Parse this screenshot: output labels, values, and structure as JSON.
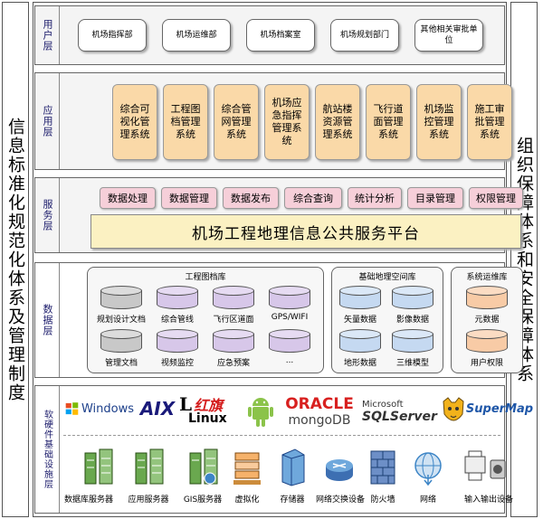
{
  "left_side": "信息标准化规范化体系及管理制度",
  "right_side": "组织保障体系和安全保障体系",
  "layers": {
    "user": {
      "label": "用户层",
      "items": [
        "机场指挥部",
        "机场运维部",
        "机场档案室",
        "机场规划部门",
        "其他相关审批单位"
      ]
    },
    "application": {
      "label": "应用层",
      "items": [
        "综合可视化管理系统",
        "工程图档管理系统",
        "综合管网管理系统",
        "机场应急指挥管理系统",
        "航站楼资源管理系统",
        "飞行道面管理系统",
        "机场监控管理系统",
        "施工审批管理系统"
      ]
    },
    "service": {
      "label": "服务层",
      "items": [
        "数据处理",
        "数据管理",
        "数据发布",
        "综合查询",
        "统计分析",
        "目录管理",
        "权限管理"
      ],
      "platform": "机场工程地理信息公共服务平台"
    },
    "data": {
      "label": "数据层",
      "groups": [
        {
          "title": "工程图档库",
          "items": [
            "规划设计文档",
            "综合管线",
            "飞行区道面",
            "GPS/WIFI",
            "管理文档",
            "视频监控",
            "应急预案",
            "..."
          ]
        },
        {
          "title": "基础地理空间库",
          "items": [
            "矢量数据",
            "影像数据",
            "地形数据",
            "三维模型"
          ]
        },
        {
          "title": "系统运维库",
          "items": [
            "元数据",
            "用户权限"
          ]
        }
      ]
    },
    "infra": {
      "label": "软硬件基础设施层",
      "software": [
        "Windows",
        "AIX",
        "L",
        "红旗",
        "Linux",
        "ORACLE",
        "mongoDB",
        "Microsoft",
        "SQLServer",
        "SuperMap"
      ],
      "hardware": [
        "数据库服务器",
        "应用服务器",
        "GIS服务器",
        "虚拟化",
        "存储器",
        "网络交换设备",
        "防火墙",
        "网络",
        "输入输出设备"
      ]
    }
  },
  "colors": {
    "app_box": "#fad9a8",
    "service_box": "#f6cfd9",
    "platform": "#fbf1c2",
    "db_gray": "#c8c8c8",
    "db_purple": "#d7c7e9",
    "db_blue": "#c5d9f1",
    "db_orange": "#f8cba6"
  }
}
